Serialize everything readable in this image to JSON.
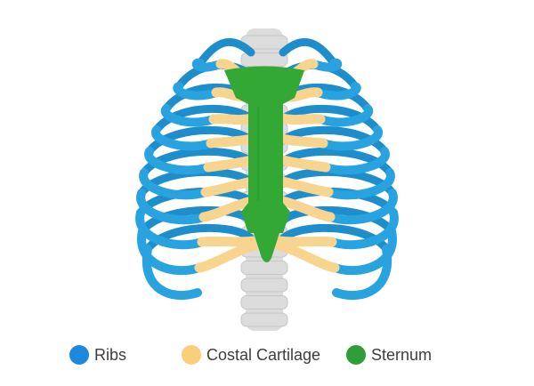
{
  "diagram": {
    "colors": {
      "ribs": "#29A3E0",
      "ribs_dark": "#1E8DCB",
      "cartilage": "#F7D58E",
      "cartilage_edge": "#EBC274",
      "sternum": "#33A835",
      "sternum_dark": "#2A8F2C",
      "spine": "#DCDCDC",
      "spine_shade": "#C6C6C6"
    },
    "parts": [
      {
        "label": "Ribs",
        "color": "#1E88DC",
        "icon": "blue-dot-icon"
      },
      {
        "label": "Costal Cartilage",
        "color": "#F9CF7C",
        "icon": "yellow-dot-icon"
      },
      {
        "label": "Sternum",
        "color": "#2F9E3A",
        "icon": "green-dot-icon"
      }
    ]
  }
}
